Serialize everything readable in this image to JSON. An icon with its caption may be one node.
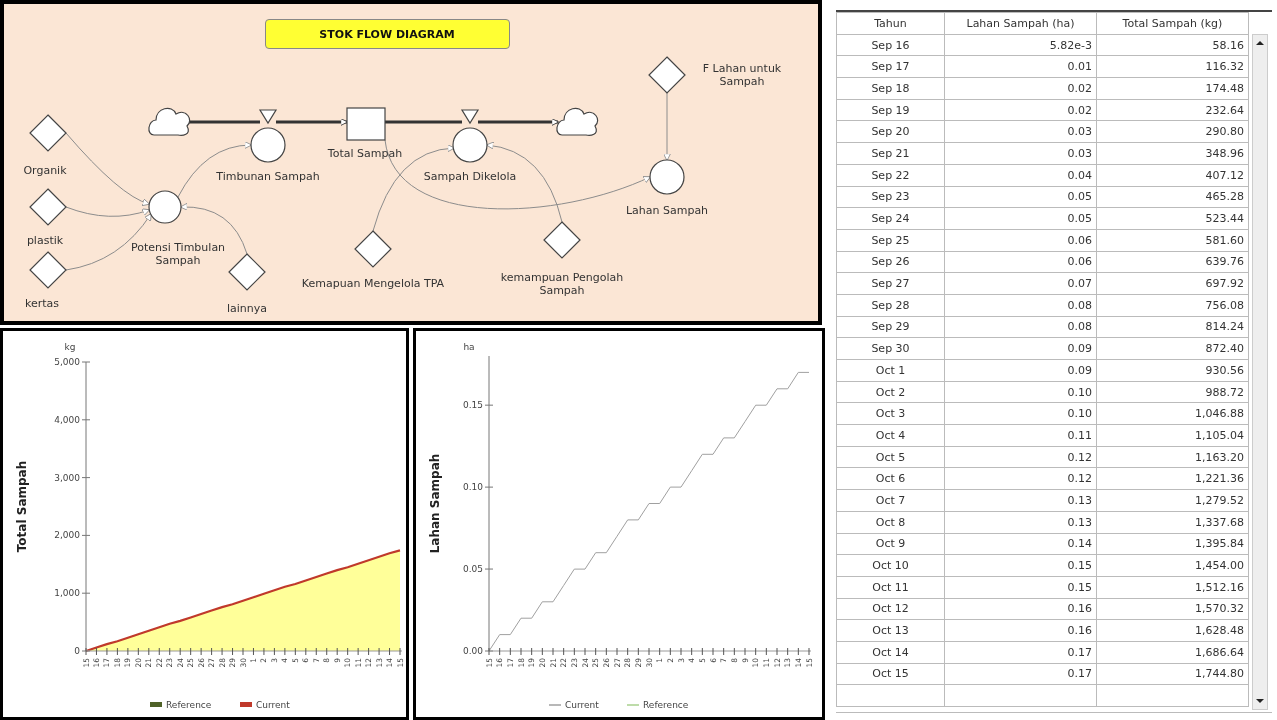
{
  "diagram": {
    "nodes": [
      {
        "text": [
          "STOK FLOW DIAGRAM"
        ]
      },
      {
        "text": [
          "F Lahan untuk Sampah"
        ]
      },
      {
        "text": [],
        "shape": "cloud"
      },
      {
        "text": [
          "Timbunan Sampah"
        ]
      },
      {
        "text": [
          "Total Sampah"
        ]
      },
      {
        "text": [
          "Sampah Dikelola"
        ]
      },
      {
        "text": [],
        "shape": "cloud"
      },
      {
        "text": [
          "Organik"
        ]
      },
      {
        "text": [
          "Lahan Sampah"
        ]
      },
      {
        "text": [
          "Potensi Timbulan Sampah"
        ]
      },
      {
        "text": [
          "plastik"
        ]
      },
      {
        "text": [
          "kertas"
        ]
      },
      {
        "text": [
          "lainnya"
        ]
      },
      {
        "text": [
          "Kemapuan Mengelola TPA"
        ]
      },
      {
        "text": [
          "kemampuan Pengolah Sampah"
        ]
      }
    ],
    "edges": [
      {
        "from": 2,
        "to": 3,
        "arrow": "none",
        "style": "thick",
        "color": "#333333"
      },
      {
        "from": 3,
        "to": 4,
        "arrow": "to",
        "style": "thick",
        "color": "#333333"
      },
      {
        "from": 4,
        "to": 5,
        "arrow": "none",
        "style": "thick",
        "color": "#333333"
      },
      {
        "from": 5,
        "to": 6,
        "arrow": "to",
        "style": "thick",
        "color": "#333333"
      },
      {
        "from": 7,
        "to": 9,
        "arrow": "to"
      },
      {
        "from": 10,
        "to": 9,
        "arrow": "to"
      },
      {
        "from": 11,
        "to": 9,
        "arrow": "to"
      },
      {
        "from": 12,
        "to": 9,
        "arrow": "to"
      },
      {
        "from": 9,
        "to": 3,
        "arrow": "to"
      },
      {
        "from": 4,
        "to": 8,
        "arrow": "to"
      },
      {
        "from": 1,
        "to": 8,
        "arrow": "to"
      },
      {
        "from": 13,
        "to": 5,
        "arrow": "to"
      },
      {
        "from": 14,
        "to": 5,
        "arrow": "to"
      }
    ],
    "labels": [
      "Tahun",
      "Lahan Sampah (ha)",
      "Total Sampah (kg)",
      "Sep 16",
      "5.82e-3",
      "58.16",
      "Sep 17",
      "0.01",
      "116.32",
      "Sep 18",
      "0.02",
      "174.48",
      "Sep 19",
      "0.02",
      "232.64",
      "Sep 20",
      "0.03",
      "290.80",
      "Sep 21",
      "0.03",
      "348.96",
      "Sep 22",
      "0.04",
      "407.12",
      "Sep 23",
      "0.05",
      "465.28",
      "Sep 24",
      "0.05",
      "523.44",
      "Sep 25",
      "0.06",
      "581.60",
      "Sep 26",
      "0.06",
      "639.76",
      "Sep 27",
      "0.07",
      "697.92",
      "Sep 28",
      "0.08",
      "756.08",
      "Sep 29",
      "0.08",
      "814.24",
      "Sep 30",
      "0.09",
      "872.40",
      "Oct 1",
      "0.09",
      "930.56",
      "Oct 2",
      "0.10",
      "988.72",
      "Oct 3",
      "0.10",
      "1,046.88",
      "Oct 4",
      "0.11",
      "1,105.04",
      "Oct 5",
      "0.12",
      "1,163.20",
      "Oct 6",
      "0.12",
      "1,221.36",
      "Oct 7",
      "0.13",
      "1,279.52",
      "Oct 8",
      "0.13",
      "1,337.68",
      "Oct 9",
      "0.14",
      "1,395.84",
      "Oct 10",
      "0.15",
      "1,454.00",
      "Oct 11",
      "0.15",
      "1,512.16",
      "Oct 12",
      "0.16",
      "1,570.32",
      "Oct 13",
      "0.16",
      "1,628.48",
      "Oct 14",
      "0.17",
      "1,686.64",
      "Oct 15",
      "0.17",
      "1,744.80"
    ],
    "chart_data": [
      {
        "type": "area",
        "ylabel": "Total Sampah",
        "annotations": [
          "kg"
        ],
        "categories": [
          "15",
          "16",
          "17",
          "18",
          "19",
          "20",
          "21",
          "22",
          "23",
          "24",
          "25",
          "26",
          "27",
          "28",
          "29",
          "30",
          "1",
          "2",
          "3",
          "4",
          "5",
          "6",
          "7",
          "8",
          "9",
          "10",
          "11",
          "12",
          "13",
          "14",
          "15"
        ],
        "ylim": [
          0,
          5000
        ],
        "yticks": [
          {
            "value": 0,
            "label": "0"
          },
          {
            "value": 1000,
            "label": "1,000"
          },
          {
            "value": 2000,
            "label": "2,000"
          },
          {
            "value": 3000,
            "label": "3,000"
          },
          {
            "value": 4000,
            "label": "4,000"
          },
          {
            "value": 5000,
            "label": "5,000"
          }
        ],
        "series": [
          {
            "name": "Reference",
            "color": "#4f6228",
            "values": [
              null,
              null,
              null,
              null,
              null,
              null,
              null,
              null,
              null,
              null,
              null,
              null,
              null,
              null,
              null,
              null,
              null,
              null,
              null,
              null,
              null,
              null,
              null,
              null,
              null,
              null,
              null,
              null,
              null,
              null,
              null
            ]
          },
          {
            "name": "Current",
            "color": "#c0392b",
            "values": [
              0,
              60,
              120,
              170,
              230,
              290,
              350,
              410,
              470,
              520,
              580,
              640,
              700,
              760,
              810,
              870,
              930,
              990,
              1050,
              1110,
              1160,
              1220,
              1280,
              1340,
              1400,
              1450,
              1510,
              1570,
              1630,
              1690,
              1740
            ]
          }
        ]
      },
      {
        "type": "line",
        "ylabel": "Lahan Sampah",
        "annotations": [
          "ha"
        ],
        "categories": [
          "15",
          "16",
          "17",
          "18",
          "19",
          "20",
          "21",
          "22",
          "23",
          "24",
          "25",
          "26",
          "27",
          "28",
          "29",
          "30",
          "1",
          "2",
          "3",
          "4",
          "5",
          "6",
          "7",
          "8",
          "9",
          "10",
          "11",
          "12",
          "13",
          "14",
          "15"
        ],
        "ylim": [
          0,
          0.18
        ],
        "yticks": [
          {
            "value": 0,
            "label": "0.00"
          },
          {
            "value": 0.05,
            "label": "0.05"
          },
          {
            "value": 0.1,
            "label": "0.10"
          },
          {
            "value": 0.15,
            "label": "0.15"
          }
        ],
        "series": [
          {
            "name": "Current",
            "color": "#a0a0a0",
            "values": [
              0,
              0.01,
              0.01,
              0.02,
              0.02,
              0.03,
              0.03,
              0.04,
              0.05,
              0.05,
              0.06,
              0.06,
              0.07,
              0.08,
              0.08,
              0.09,
              0.09,
              0.1,
              0.1,
              0.11,
              0.12,
              0.12,
              0.13,
              0.13,
              0.14,
              0.15,
              0.15,
              0.16,
              0.16,
              0.17,
              0.17
            ]
          },
          {
            "name": "Reference",
            "color": "#a9d18e",
            "values": [
              null,
              null,
              null,
              null,
              null,
              null,
              null,
              null,
              null,
              null,
              null,
              null,
              null,
              null,
              null,
              null,
              null,
              null,
              null,
              null,
              null,
              null,
              null,
              null,
              null,
              null,
              null,
              null,
              null,
              null,
              null
            ]
          }
        ]
      }
    ]
  }
}
